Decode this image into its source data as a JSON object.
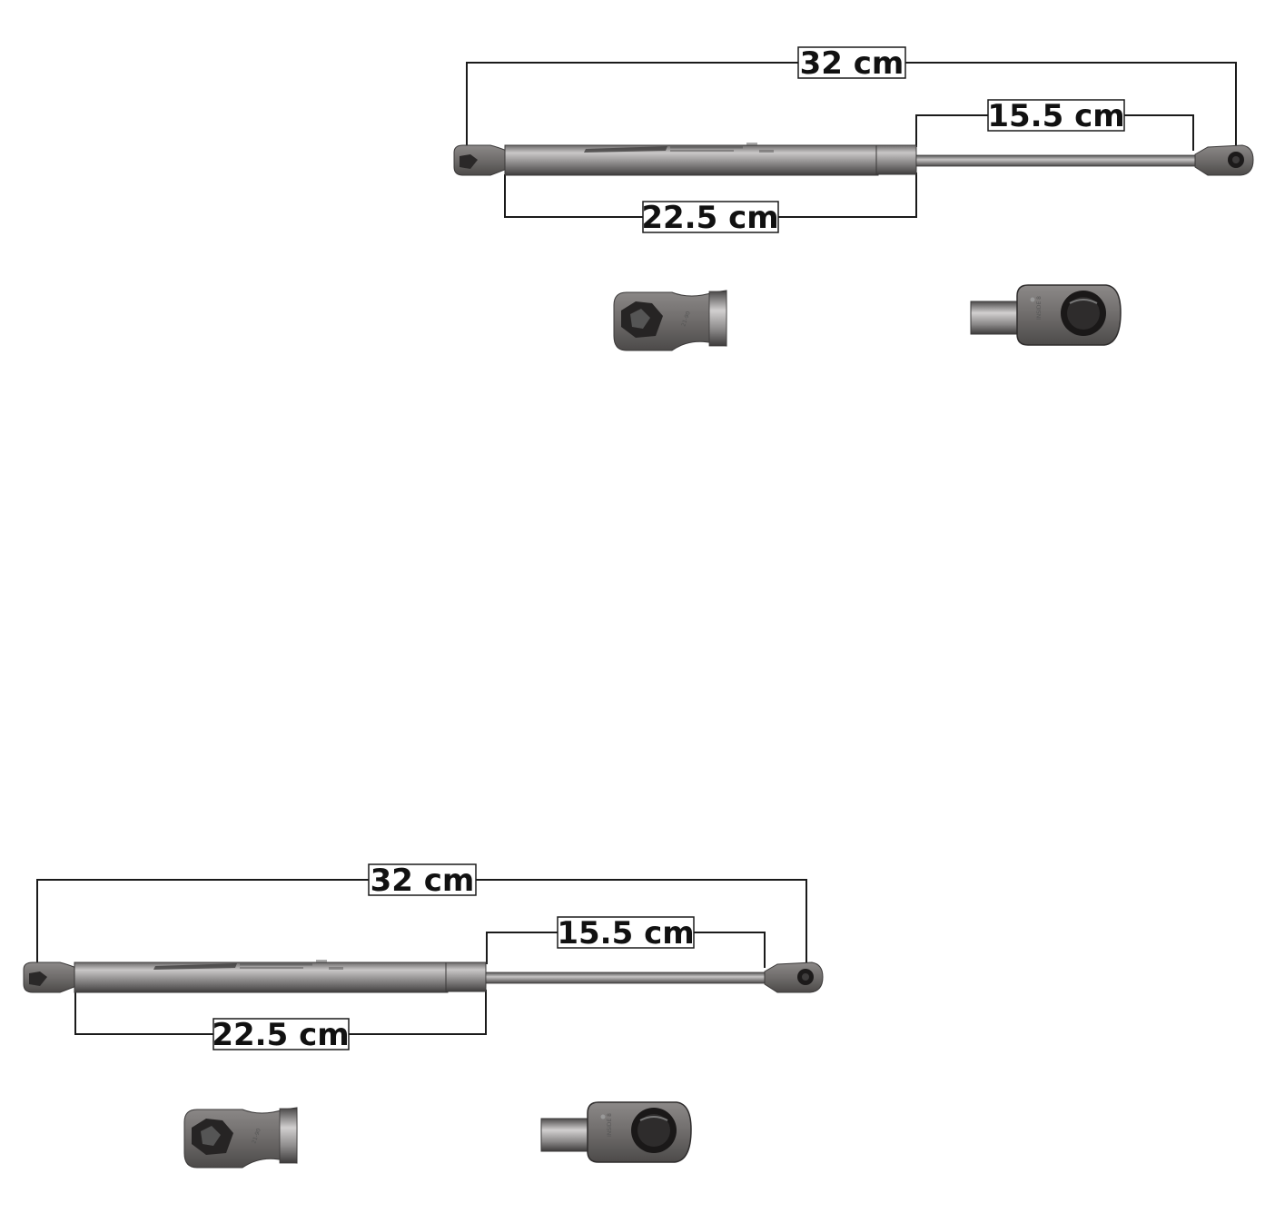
{
  "assemblies": [
    {
      "name": "top",
      "dimensions": {
        "overall": "32 cm",
        "rod": "15.5 cm",
        "body": "22.5 cm"
      }
    },
    {
      "name": "bottom",
      "dimensions": {
        "overall": "32 cm",
        "rod": "15.5 cm",
        "body": "22.5 cm"
      }
    }
  ],
  "colors": {
    "line": "#1a1a1a",
    "cylinder_light": "#b8b6b6",
    "cylinder_dark": "#5a5858",
    "fitting": "#6d6a69",
    "rod": "#8a8888"
  }
}
